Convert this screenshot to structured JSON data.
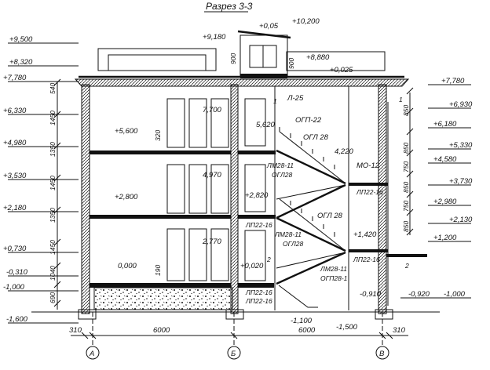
{
  "title": "Разрез 3-3",
  "axes": [
    "А",
    "Б",
    "В"
  ],
  "left_marks": [
    "+9,500",
    "+8,320",
    "+7,780",
    "+6,330",
    "+4,980",
    "+3,530",
    "+2,180",
    "+0,730",
    "-0,310",
    "-1,000",
    "-1,600"
  ],
  "left_dims": [
    "540",
    "1450",
    "1350",
    "1450",
    "1350",
    "1450",
    "1040",
    "690"
  ],
  "right_marks": [
    "+7,780",
    "+6,930",
    "+6,180",
    "+5,330",
    "+4,580",
    "+3,730",
    "+2,980",
    "+2,130",
    "+1,200",
    "-0,920",
    "-1,000"
  ],
  "right_dims": [
    "850",
    "850",
    "750",
    "850",
    "750",
    "850"
  ],
  "top_marks": [
    "+9,180",
    "+10,200",
    "+0,05",
    "+8,880",
    "+0,025"
  ],
  "top_dims": [
    "900",
    "900"
  ],
  "floor_marks": [
    "+5,600",
    "+2,800",
    "0,000"
  ],
  "inner_marks": [
    "7,700",
    "5,620",
    "4,970",
    "+2,820",
    "2,770",
    "+0,020",
    "4,220",
    "+1,420",
    "-0,910"
  ],
  "inner_dims": [
    "320",
    "190"
  ],
  "elements": [
    "Л-25",
    "ОГП-22",
    "ОГЛ 28",
    "МО-12",
    "ЛМ28-11",
    "ОГЛ28",
    "ЛП22-16",
    "ЛП22-16",
    "ОГЛ 28",
    "ЛМ28-11",
    "ОГЛ28",
    "ЛП22-16",
    "ЛМ28-11",
    "ОГП28-1",
    "ЛП22-16",
    "ЛП22-16"
  ],
  "bottom_marks": [
    "-1,100",
    "-1,500"
  ],
  "bottom_dims": [
    "310",
    "6000",
    "6000",
    "310"
  ],
  "small_marks": [
    "1",
    "1",
    "2",
    "2"
  ]
}
